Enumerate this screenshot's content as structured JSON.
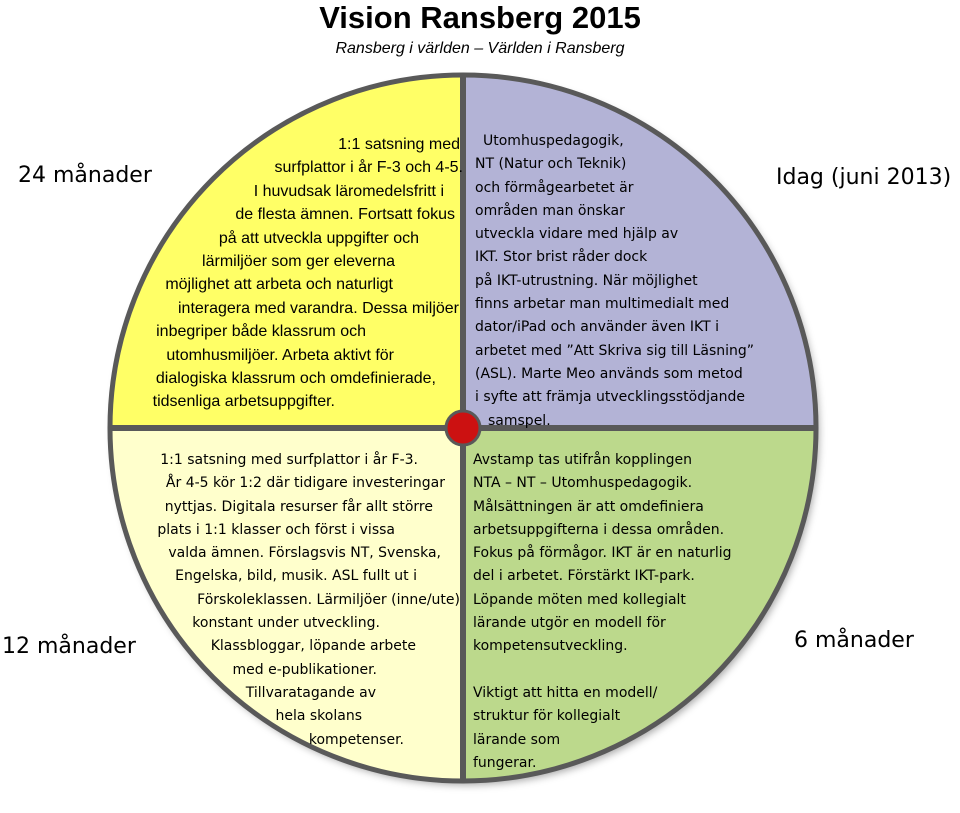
{
  "title": "Vision Ransberg 2015",
  "subtitle": "Ransberg i världen – Världen i Ransberg",
  "colors": {
    "top_left": "#ffff66",
    "top_right": "#b3b3d6",
    "bottom_left": "#ffffcc",
    "bottom_right": "#bcd98c",
    "divider": "#595959",
    "center": "#cc1111"
  },
  "time_labels": {
    "top_left": "24 månader",
    "top_right": "Idag (juni 2013)",
    "bottom_left": "12 månader",
    "bottom_right": "6 månader"
  },
  "quadrants": {
    "top_left": {
      "lines": [
        "1:1 satsning med",
        "surfplattor i år F-3 och 4-5.",
        "I huvudsak läromedelsfritt i",
        "de flesta ämnen. Fortsatt fokus",
        "på att utveckla uppgifter och",
        "lärmiljöer som ger eleverna",
        "möjlighet att arbeta och naturligt",
        "interagera med varandra. Dessa miljöer",
        "inbegriper både klassrum och",
        "utomhusmiljöer. Arbeta aktivt för",
        "dialogiska klassrum och omdefinierade,",
        "tidsenliga arbetsuppgifter."
      ]
    },
    "top_right": {
      "lines": [
        "Utomhuspedagogik,",
        "NT (Natur och Teknik)",
        "och förmågearbetet är",
        "områden man önskar",
        "utveckla vidare med hjälp av",
        "IKT. Stor brist råder dock",
        "på IKT-utrustning. När möjlighet",
        "finns arbetar man multimedialt med",
        "dator/iPad och använder även IKT i",
        "arbetet med ”Att Skriva sig till Läsning”",
        "(ASL). Marte Meo används som metod",
        "i syfte att främja utvecklingsstödjande",
        "samspel."
      ]
    },
    "bottom_left": {
      "lines": [
        "1:1 satsning med surfplattor i år F-3.",
        "År 4-5 kör 1:2 där tidigare investeringar",
        "nyttjas. Digitala resurser får allt större",
        "plats i 1:1 klasser och först i vissa",
        "valda ämnen. Förslagsvis NT, Svenska,",
        "Engelska, bild, musik. ASL fullt ut i",
        "Förskoleklassen. Lärmiljöer (inne/ute)",
        "konstant under utveckling.",
        "Klassbloggar, löpande arbete",
        "med e-publikationer.",
        "Tillvaratagande av",
        "hela skolans",
        "kompetenser."
      ]
    },
    "bottom_right": {
      "lines": [
        "Avstamp tas utifrån kopplingen",
        "NTA – NT – Utomhuspedagogik.",
        "Målsättningen är att omdefiniera",
        "arbetsuppgifterna i dessa områden.",
        "Fokus på förmågor. IKT är en naturlig",
        "del i arbetet. Förstärkt IKT-park.",
        "Löpande möten med kollegialt",
        "lärande utgör en modell för",
        "kompetensutveckling.",
        "",
        "Viktigt att hitta en modell/",
        "struktur för kollegialt",
        "lärande som",
        "fungerar."
      ]
    }
  }
}
